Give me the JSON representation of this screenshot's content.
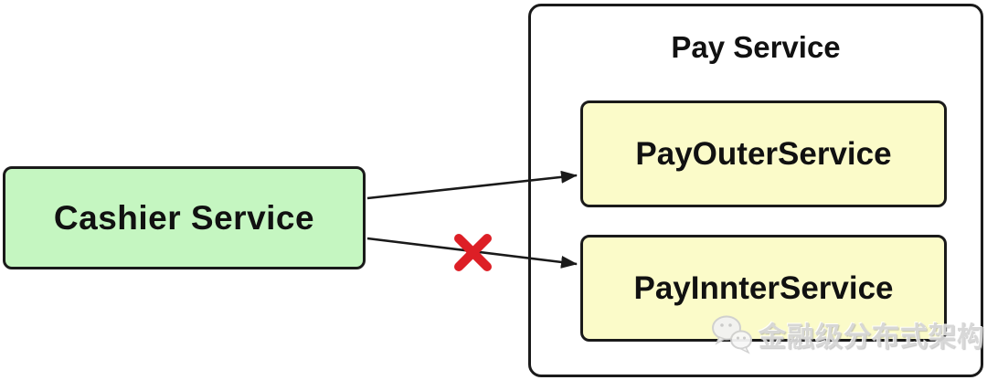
{
  "diagram": {
    "nodes": {
      "cashier": {
        "label": "Cashier Service",
        "fill": "#c5f6c1"
      },
      "pay_group": {
        "title": "Pay Service",
        "fill": "#ffffff"
      },
      "pay_outer": {
        "label": "PayOuterService",
        "fill": "#fbfbc9"
      },
      "pay_inner": {
        "label": "PayInnterService",
        "fill": "#fbfbc9"
      }
    },
    "edges": [
      {
        "from": "Cashier Service",
        "to": "PayOuterService",
        "status": "allowed"
      },
      {
        "from": "Cashier Service",
        "to": "PayInnterService",
        "status": "blocked"
      }
    ],
    "colors": {
      "border": "#1a1a1a",
      "arrow": "#1a1a1a",
      "blocked_cross": "#dd1f26"
    },
    "watermark": {
      "icon": "wechat-icon",
      "text": "金融级分布式架构"
    }
  }
}
